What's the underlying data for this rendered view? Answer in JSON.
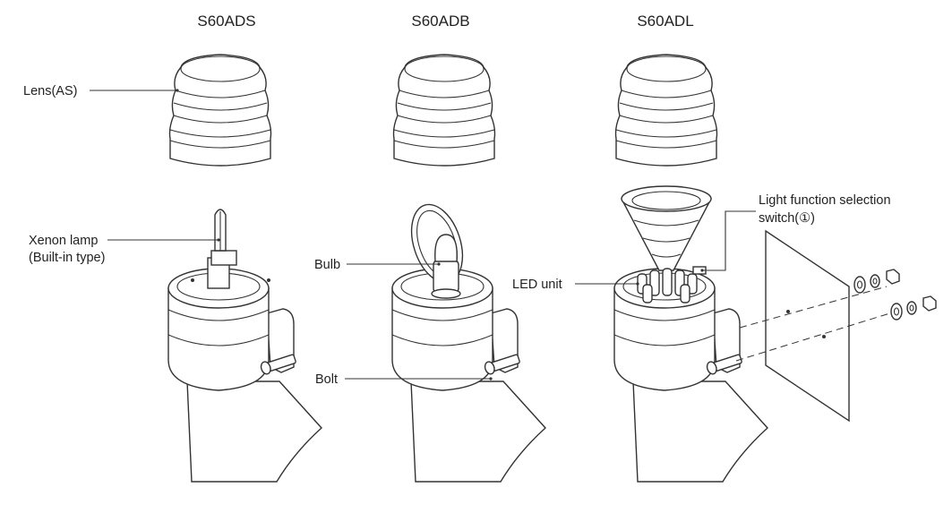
{
  "titles": {
    "model_1": "S60ADS",
    "model_2": "S60ADB",
    "model_3": "S60ADL"
  },
  "labels": {
    "lens": "Lens(AS)",
    "xenon_line1": "Xenon lamp",
    "xenon_line2": "(Built-in type)",
    "bulb": "Bulb",
    "bolt": "Bolt",
    "led_unit": "LED unit",
    "switch_line1": "Light function selection",
    "switch_line2": "switch(①)"
  }
}
